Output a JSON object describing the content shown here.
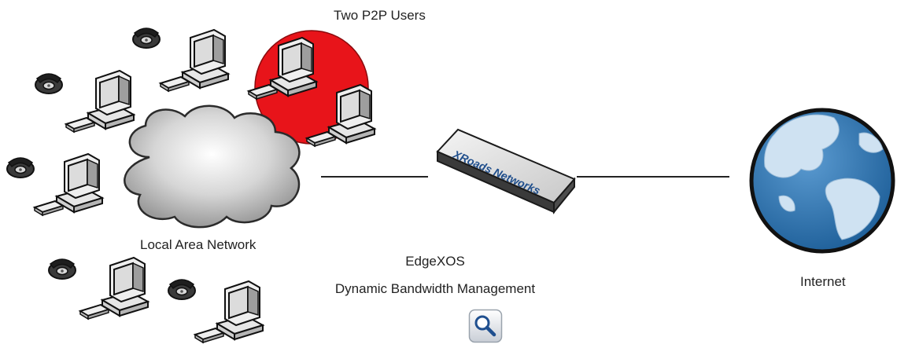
{
  "labels": {
    "p2p_users": "Two P2P Users",
    "lan": "Local Area Network",
    "edge_title": "EdgeXOS",
    "edge_subtitle": "Dynamic Bandwidth Management",
    "internet": "Internet",
    "appliance_brand": "XRoads Networks"
  },
  "icons": {
    "cloud": "cloud-icon",
    "appliance": "router-appliance-icon",
    "globe": "globe-icon",
    "zoom": "magnifier-icon",
    "telephone": "telephone-icon",
    "computer": "desktop-computer-icon"
  },
  "colors": {
    "p2p_highlight": "#e8141a",
    "globe_ocean": "#2f6fa8",
    "globe_land": "#cfe2f2",
    "cloud": "#b9b9b9",
    "line": "#222222"
  }
}
